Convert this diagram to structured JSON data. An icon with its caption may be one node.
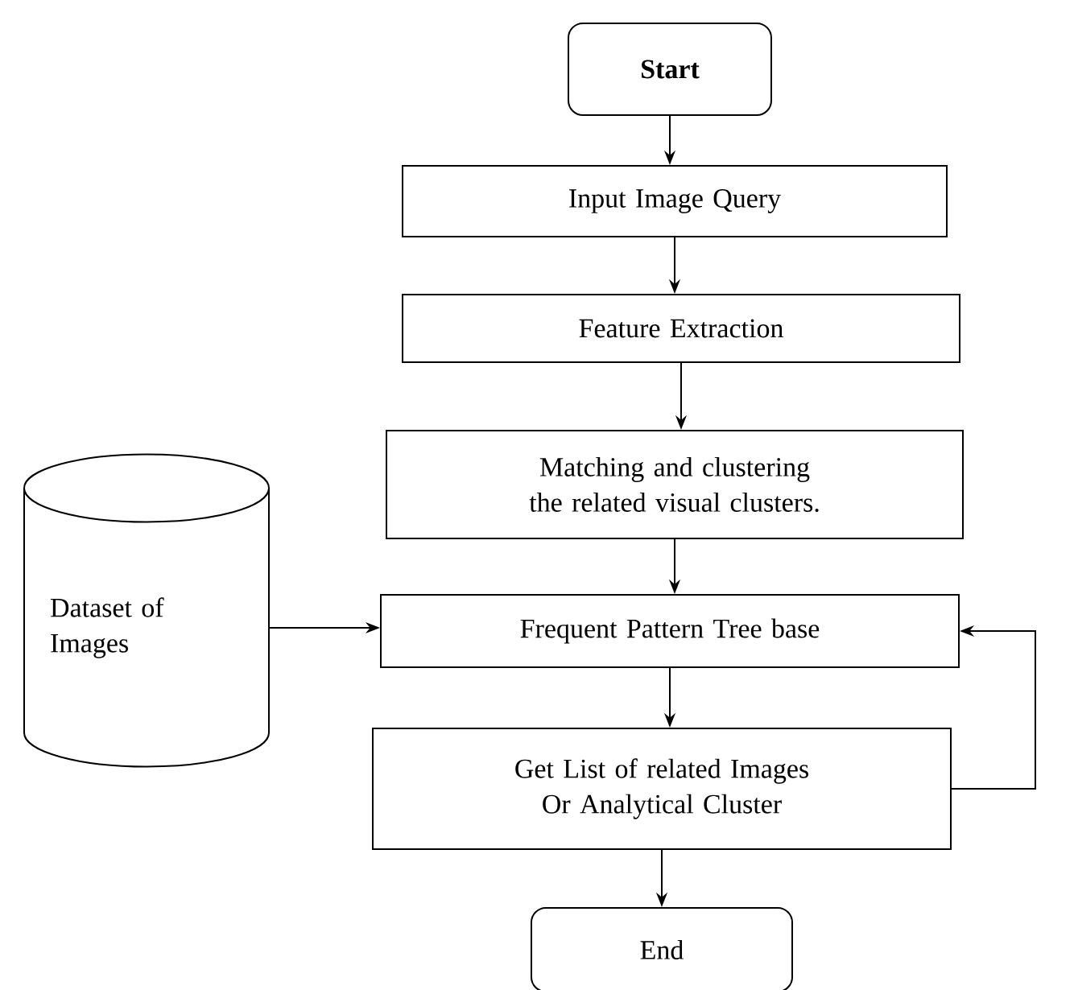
{
  "diagram": {
    "nodes": [
      {
        "text": [
          "Start"
        ]
      },
      {
        "text": [
          "Input Image Query"
        ]
      },
      {
        "text": [
          "Feature Extraction"
        ]
      },
      {
        "text": [
          "Matching and clustering the related visual clusters."
        ]
      },
      {
        "text": [
          "Dataset of Images"
        ]
      },
      {
        "text": [
          "Frequent Pattern Tree base"
        ]
      },
      {
        "text": [
          "Get List of related Images Or Analytical Cluster"
        ]
      },
      {
        "text": [
          "End"
        ]
      }
    ],
    "edges": [
      {
        "from": 0,
        "to": 1,
        "arrow": "to"
      },
      {
        "from": 1,
        "to": 2,
        "arrow": "to"
      },
      {
        "from": 2,
        "to": 3,
        "arrow": "to"
      },
      {
        "from": 3,
        "to": 5,
        "arrow": "to"
      },
      {
        "from": 4,
        "to": 5,
        "arrow": "to"
      },
      {
        "from": 5,
        "to": 6,
        "arrow": "to"
      },
      {
        "from": 6,
        "to": 7,
        "arrow": "to"
      },
      {
        "from": 6,
        "to": 5,
        "arrow": "to"
      }
    ]
  }
}
